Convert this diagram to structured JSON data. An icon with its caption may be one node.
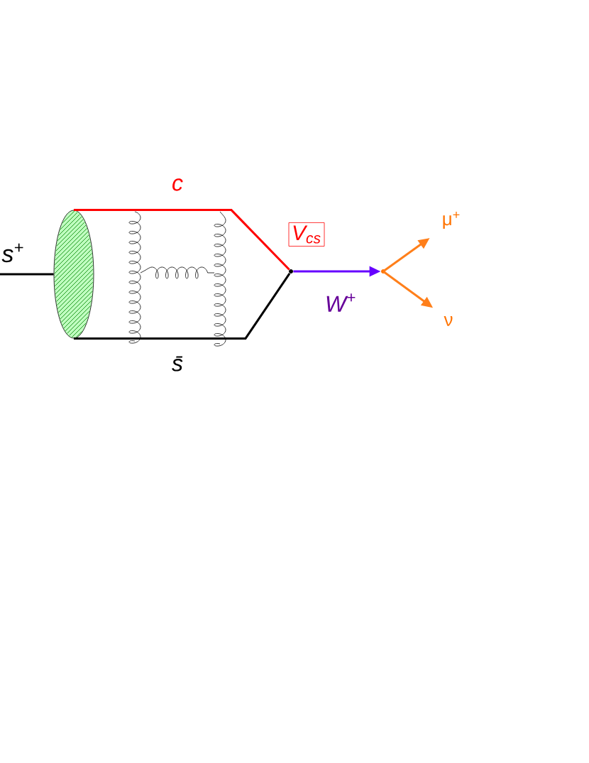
{
  "diagram": {
    "nodes": [
      {
        "text": [],
        "shape": "ellipse"
      },
      {
        "text": [],
        "shape": "dot"
      },
      {
        "text": [],
        "shape": "dot"
      },
      {
        "text": [
          "μ$^{+}$"
        ]
      },
      {
        "text": [
          "ν"
        ]
      },
      {
        "text": [
          "V$_{cs}$"
        ]
      }
    ],
    "edges": [
      {
        "from": null,
        "to": 0,
        "arrow": "none"
      },
      {
        "from": 0,
        "to": 1,
        "arrow": "none",
        "label": "c",
        "color": "#ff0000"
      },
      {
        "from": 0,
        "to": 1,
        "arrow": "none",
        "label": "s̄"
      },
      {
        "from": 1,
        "to": 2,
        "arrow": "to",
        "label": "W$^{+}$",
        "color": "#6600ff"
      },
      {
        "from": 2,
        "to": 3,
        "arrow": "to",
        "color": "#ff7f1a"
      },
      {
        "from": 2,
        "to": 4,
        "arrow": "to",
        "color": "#ff7f1a"
      }
    ],
    "labels": [
      "s$^{+}$"
    ]
  }
}
